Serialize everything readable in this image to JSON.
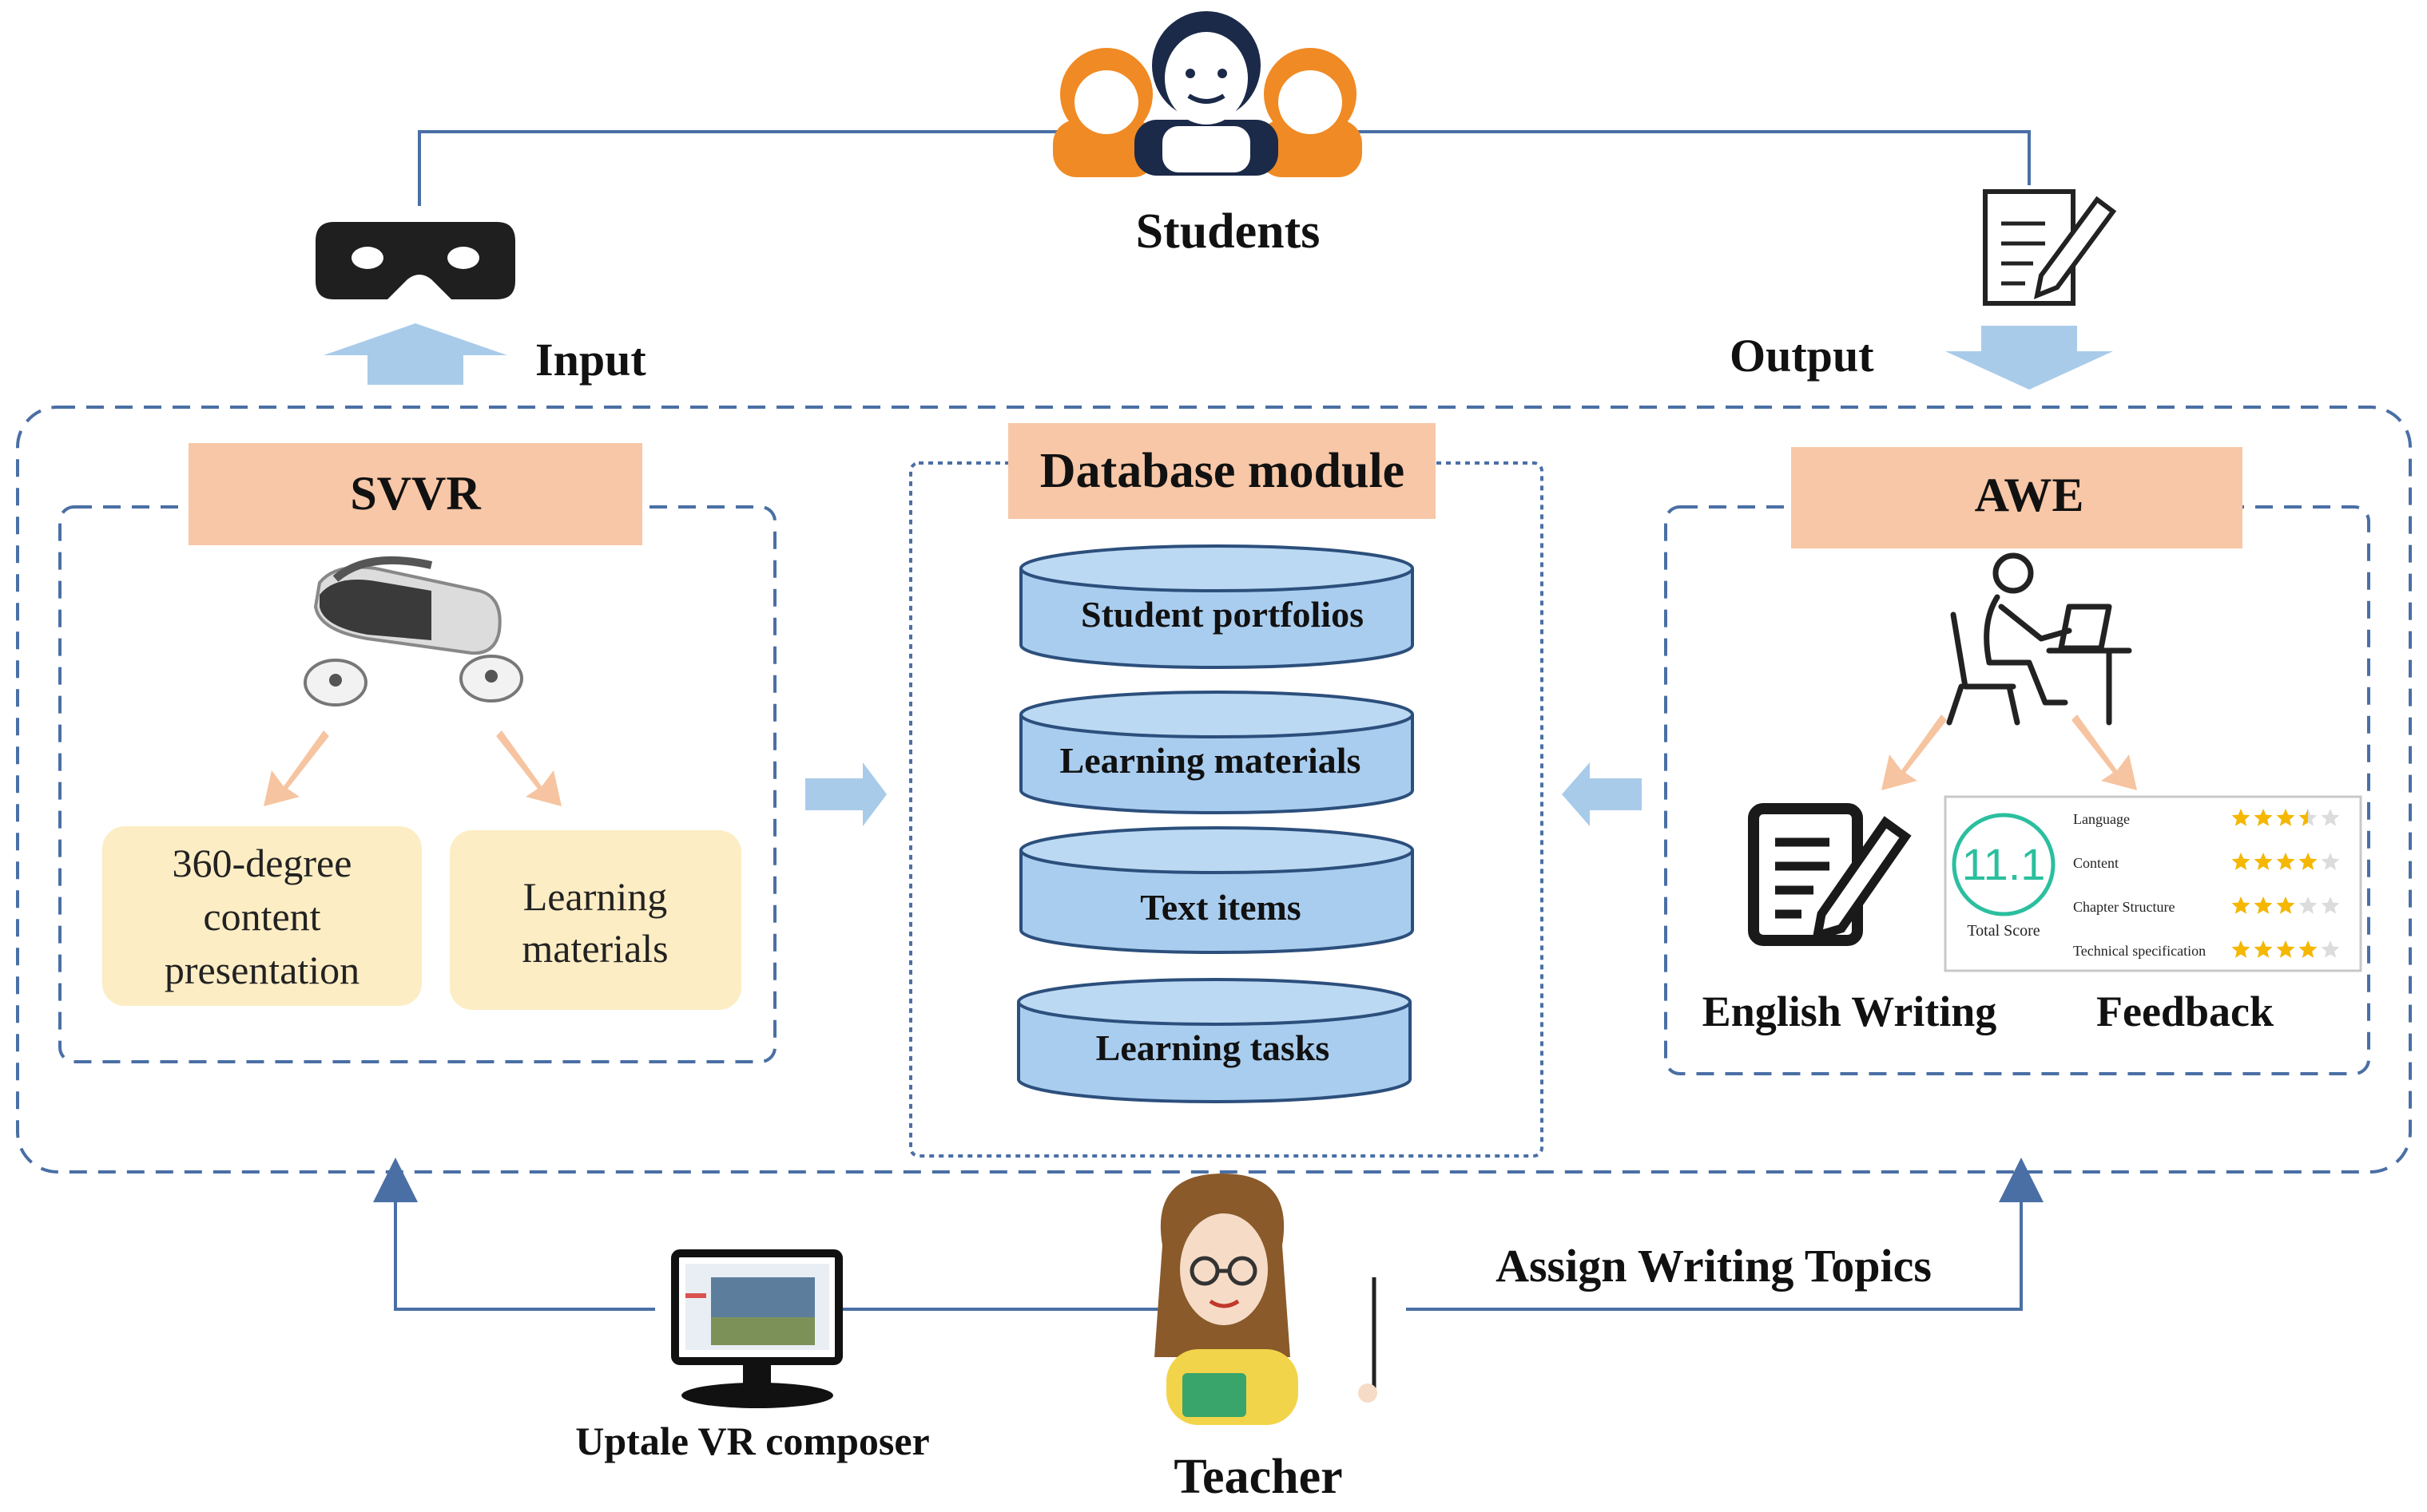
{
  "students": {
    "label": "Students"
  },
  "teacher": {
    "label": "Teacher"
  },
  "flow": {
    "input_label": "Input",
    "output_label": "Output",
    "assign_label": "Assign Writing Topics",
    "composer_label": "Uptale VR composer"
  },
  "svvr": {
    "title": "SVVR",
    "box1": [
      "360-degree",
      "content",
      "presentation"
    ],
    "box2": [
      "Learning",
      "materials"
    ]
  },
  "database": {
    "title": "Database module",
    "items": [
      "Student portfolios",
      "Learning materials",
      "Text items",
      "Learning tasks"
    ]
  },
  "awe": {
    "title": "AWE",
    "writing_label": "English Writing",
    "feedback_label": "Feedback",
    "score": "11.1",
    "score_caption": "Total Score",
    "criteria": [
      {
        "name": "Language",
        "stars": 3.5
      },
      {
        "name": "Content",
        "stars": 4
      },
      {
        "name": "Chapter Structure",
        "stars": 3
      },
      {
        "name": "Technical specification",
        "stars": 4
      }
    ]
  },
  "colors": {
    "dash_blue": "#4a6fa5",
    "arrow_blue": "#a9cbea",
    "header_peach": "#f7c7a7",
    "box_cream": "#fdedc4",
    "cylinder": "#a9cdef",
    "orange_arrow": "#f6c4a0",
    "star": "#f5b700",
    "score_teal": "#2bbf9f"
  }
}
